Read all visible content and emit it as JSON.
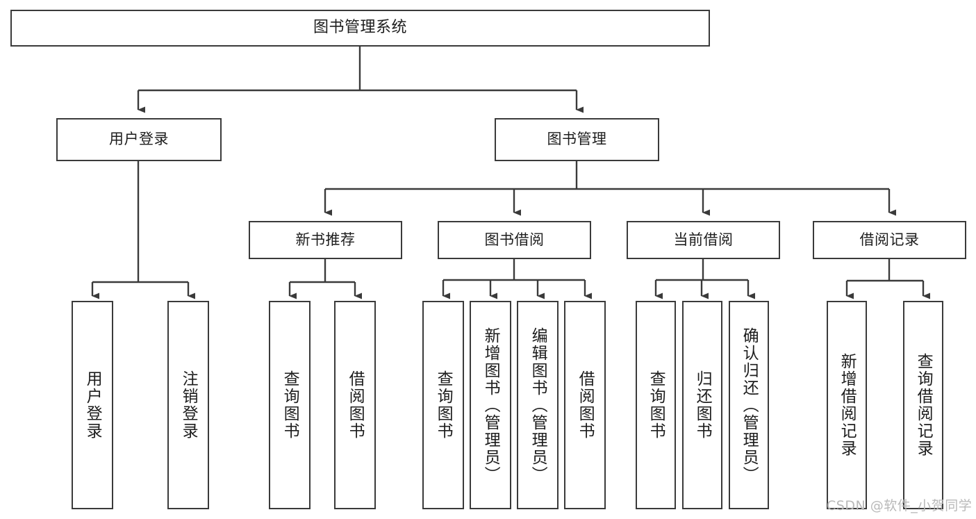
{
  "diagram": {
    "title": "图书管理系统",
    "watermark": "CSDN @软件_小贺同学",
    "colors": {
      "box_border": "#3a3a3a",
      "line": "#3a3a3a",
      "background": "#ffffff",
      "text": "#1d1d1d",
      "watermark": "#b9b9b9"
    },
    "nodes": {
      "root": "图书管理系统",
      "level2": {
        "user_login": "用户登录",
        "book_manage": "图书管理"
      },
      "level3": {
        "new_book_recommend": "新书推荐",
        "book_borrow": "图书借阅",
        "current_borrow": "当前借阅",
        "borrow_record": "借阅记录"
      },
      "leaves": {
        "user_login_1": "用户登录",
        "user_login_2": "注销登录",
        "new_book_1": "查询图书",
        "new_book_2": "借阅图书",
        "book_borrow_1": "查询图书",
        "book_borrow_2": "新增图书（管理员）",
        "book_borrow_3": "编辑图书（管理员）",
        "book_borrow_4": "借阅图书",
        "current_borrow_1": "查询图书",
        "current_borrow_2": "归还图书",
        "current_borrow_3": "确认归还（管理员）",
        "borrow_record_1": "新增借阅记录",
        "borrow_record_2": "查询借阅记录"
      }
    }
  }
}
